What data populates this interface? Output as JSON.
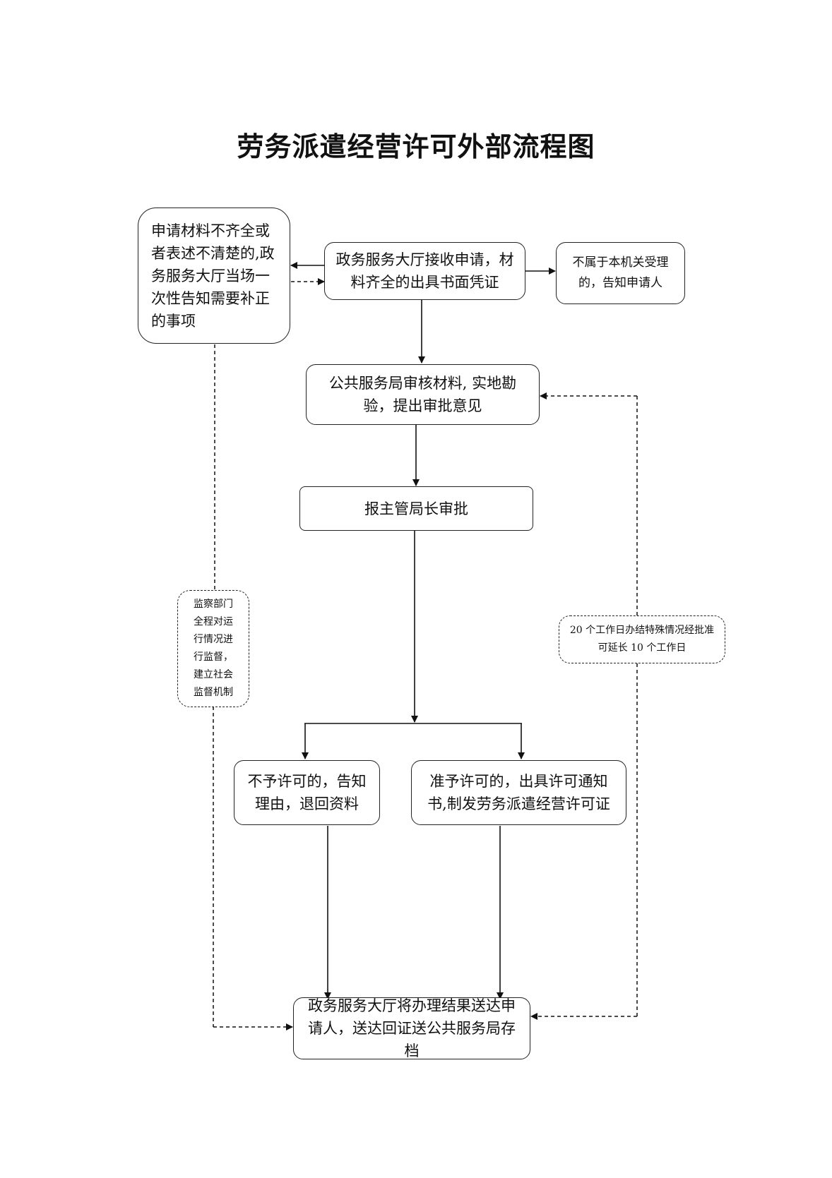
{
  "title": "劳务派遣经营许可外部流程图",
  "nodes": {
    "incomplete": "申请材料不齐全或\n者表述不清楚的,政\n务服务大厅当场一\n次性告知需要补正\n的事项",
    "receive": "政务服务大厅接收申请，材\n料齐全的出具书面凭证",
    "not_accepted": "不属于本机关受理\n的，告知申请人",
    "review": "公共服务局审核材料, 实地勘\n验，提出审批意见",
    "approve_head": "报主管局长审批",
    "supervise": "监察部门\n全程对运\n行情况进\n行监督，\n建立社会\n监督机制",
    "extend": "20 个工作日办结特殊情况经批准\n可延长 10 个工作日",
    "deny": "不予许可的，告知\n理由，退回资料",
    "grant": "准予许可的，出具许可通知\n书,制发劳务派遣经营许可证",
    "deliver": "政务服务大厅将办理结果送达申\n请人，送达回证送公共服务局存档"
  }
}
